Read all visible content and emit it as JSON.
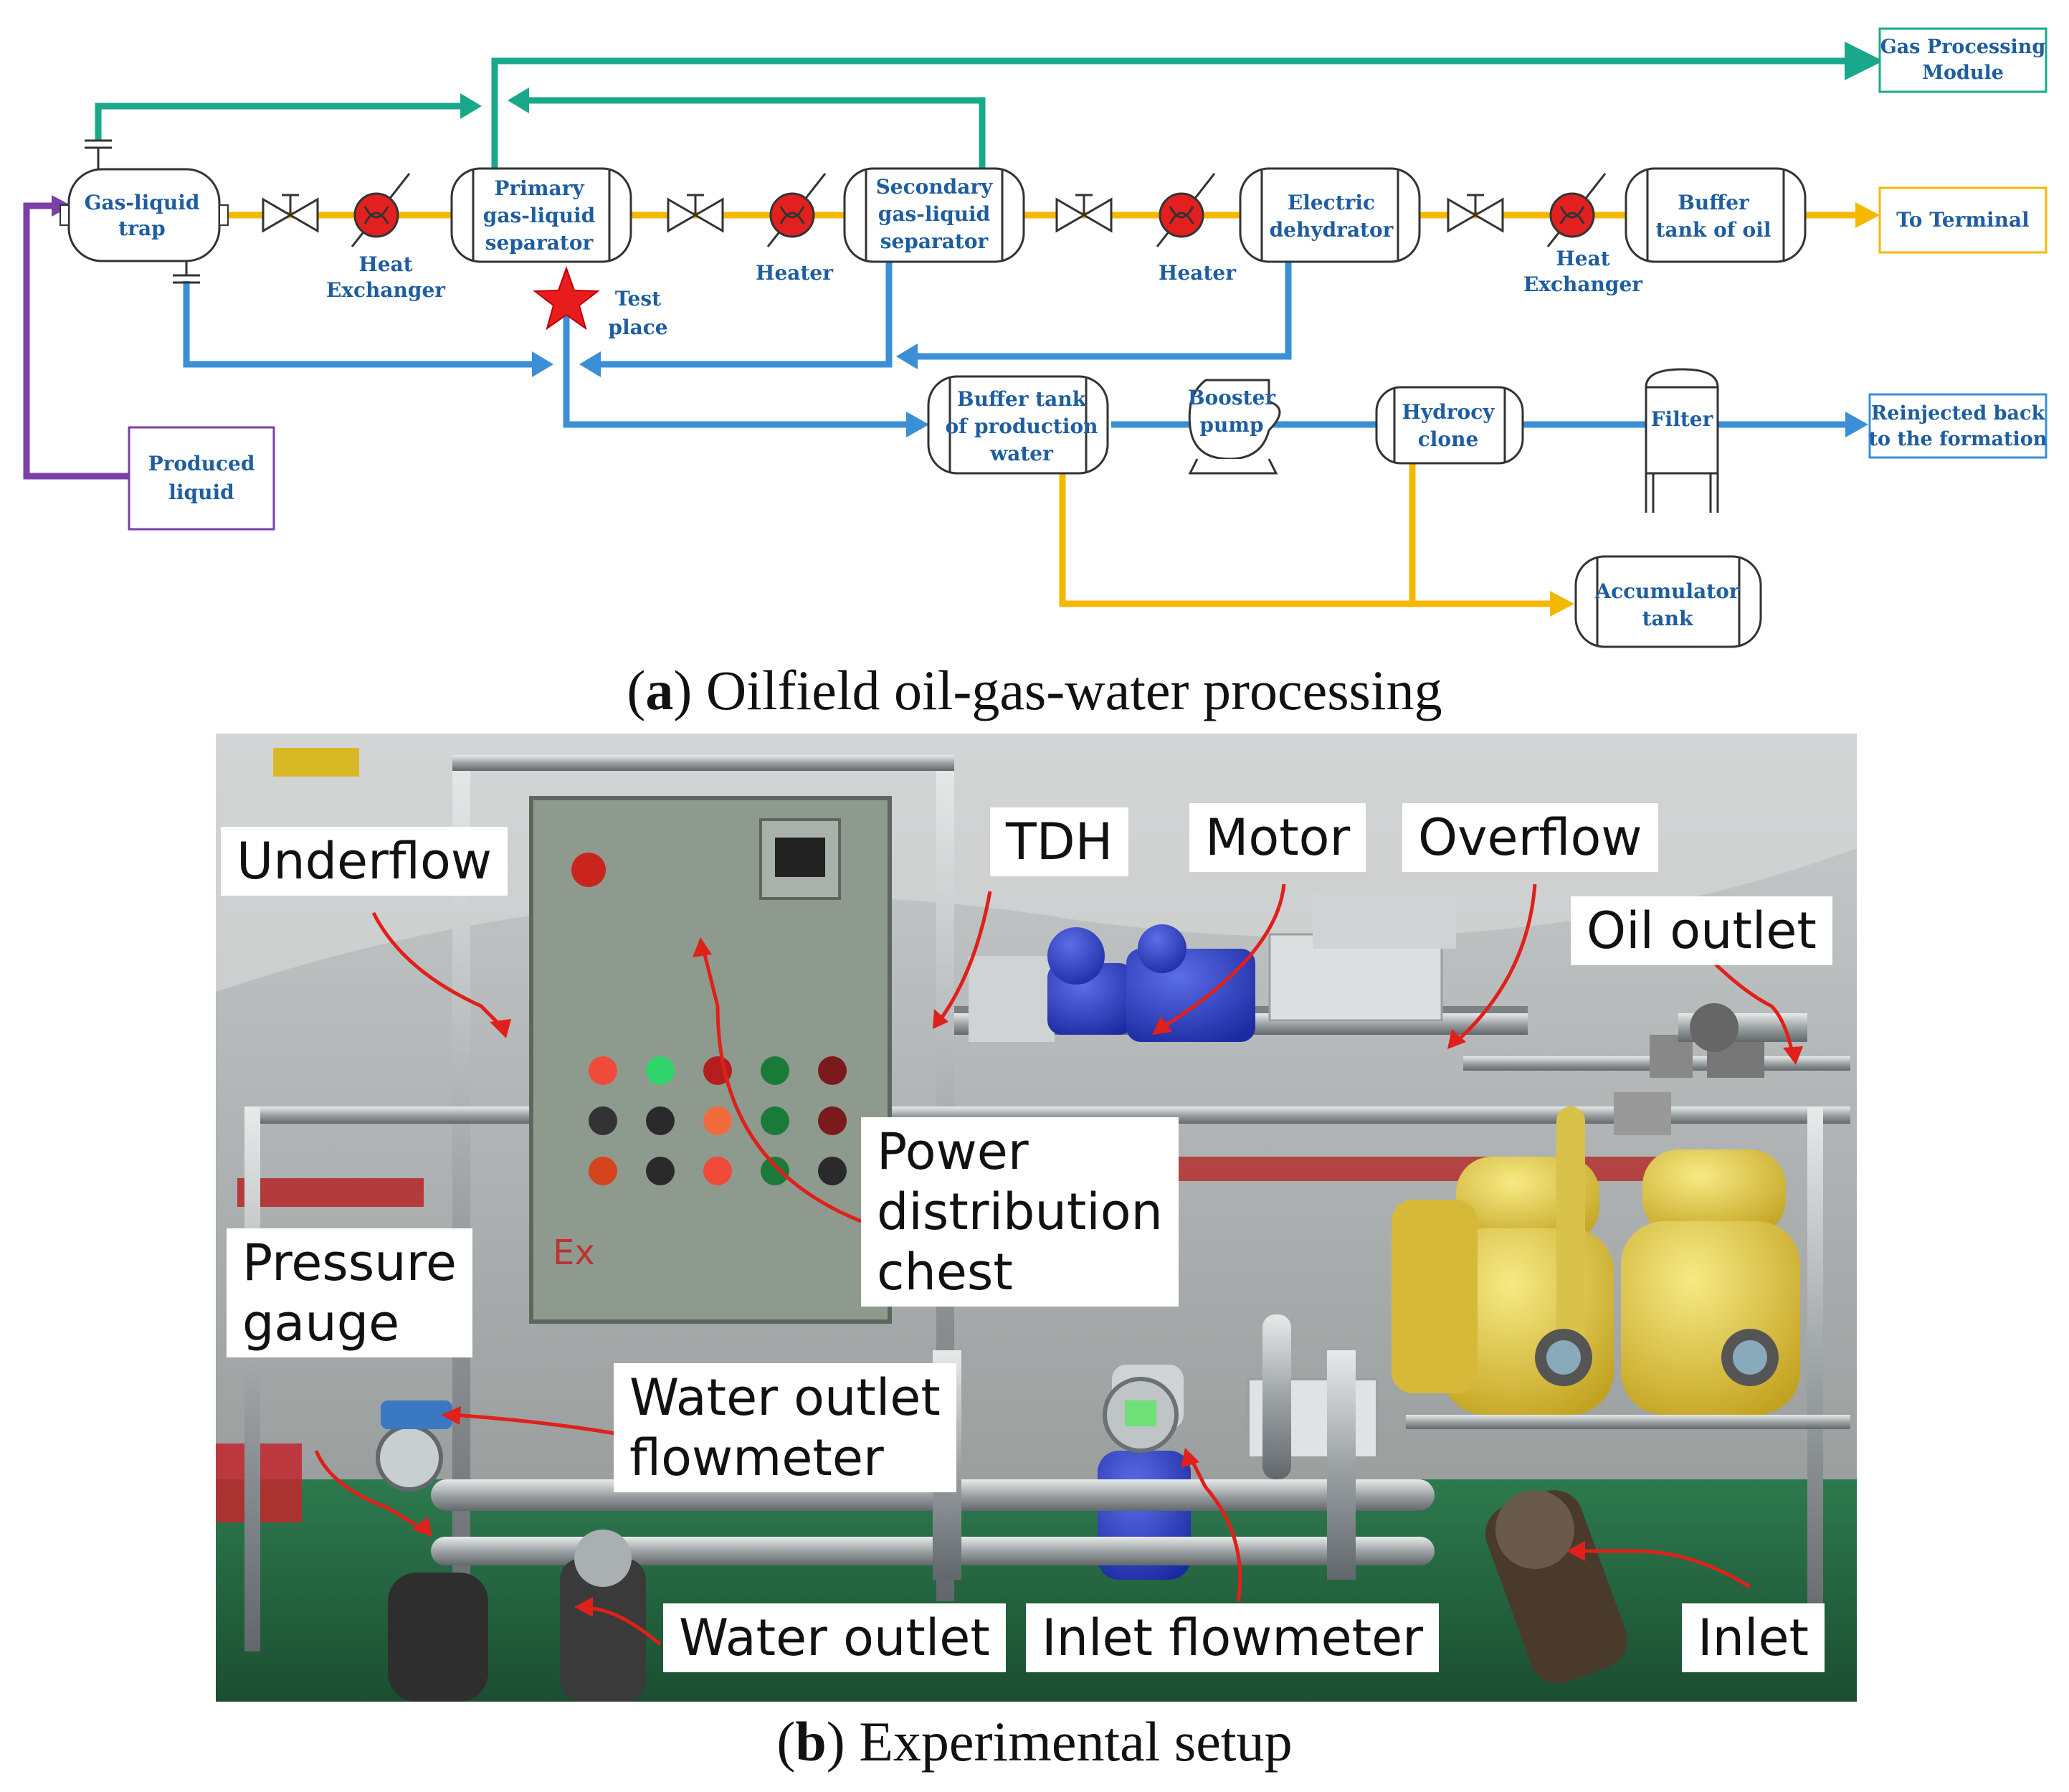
{
  "diagram": {
    "caption_letter": "a",
    "caption_text": "Oilfield oil-gas-water processing",
    "labels": {
      "gas_liquid_trap": [
        "Gas-liquid",
        "trap"
      ],
      "heat_exchanger_1": [
        "Heat",
        "Exchanger"
      ],
      "primary_separator": [
        "Primary",
        "gas-liquid",
        "separator"
      ],
      "test_place": [
        "Test",
        "place"
      ],
      "heater_1": [
        "Heater"
      ],
      "secondary_separator": [
        "Secondary",
        "gas-liquid",
        "separator"
      ],
      "heater_2": [
        "Heater"
      ],
      "electric_dehydrator": [
        "Electric",
        "dehydrator"
      ],
      "heat_exchanger_2": [
        "Heat",
        "Exchanger"
      ],
      "buffer_tank_oil": [
        "Buffer",
        "tank of oil"
      ],
      "to_terminal": [
        "To Terminal"
      ],
      "gas_processing": [
        "Gas Processing",
        "Module"
      ],
      "produced_liquid": [
        "Produced",
        "liquid"
      ],
      "buffer_tank_water": [
        "Buffer tank",
        "of production",
        "water"
      ],
      "booster_pump": [
        "Booster",
        "pump"
      ],
      "hydrocyclone": [
        "Hydrocy",
        "clone"
      ],
      "filter": [
        "Filter"
      ],
      "reinjected": [
        "Reinjected back",
        "to the formation"
      ],
      "accumulator_tank": [
        "Accumulator",
        "tank"
      ]
    },
    "colors": {
      "oil": "#f5b800",
      "gas": "#1aa88a",
      "water": "#3a8fd6",
      "produced": "#7b3fa8",
      "label": "#1f5e9e",
      "star": "#e81c1c",
      "heat_circle": "#e32020"
    }
  },
  "photo": {
    "caption_letter": "b",
    "caption_text": "Experimental setup",
    "callouts": {
      "underflow": "Underflow",
      "tdh": "TDH",
      "motor": "Motor",
      "overflow": "Overflow",
      "oil_outlet": "Oil outlet",
      "power_distribution": [
        "Power",
        "distribution",
        "chest"
      ],
      "pressure_gauge": [
        "Pressure",
        "gauge"
      ],
      "water_outlet_flowmeter": [
        "Water outlet",
        "flowmeter"
      ],
      "water_outlet": "Water outlet",
      "inlet_flowmeter": "Inlet flowmeter",
      "inlet": "Inlet"
    },
    "panel_marking": "Ex",
    "arrow_color": "#e0201a"
  }
}
